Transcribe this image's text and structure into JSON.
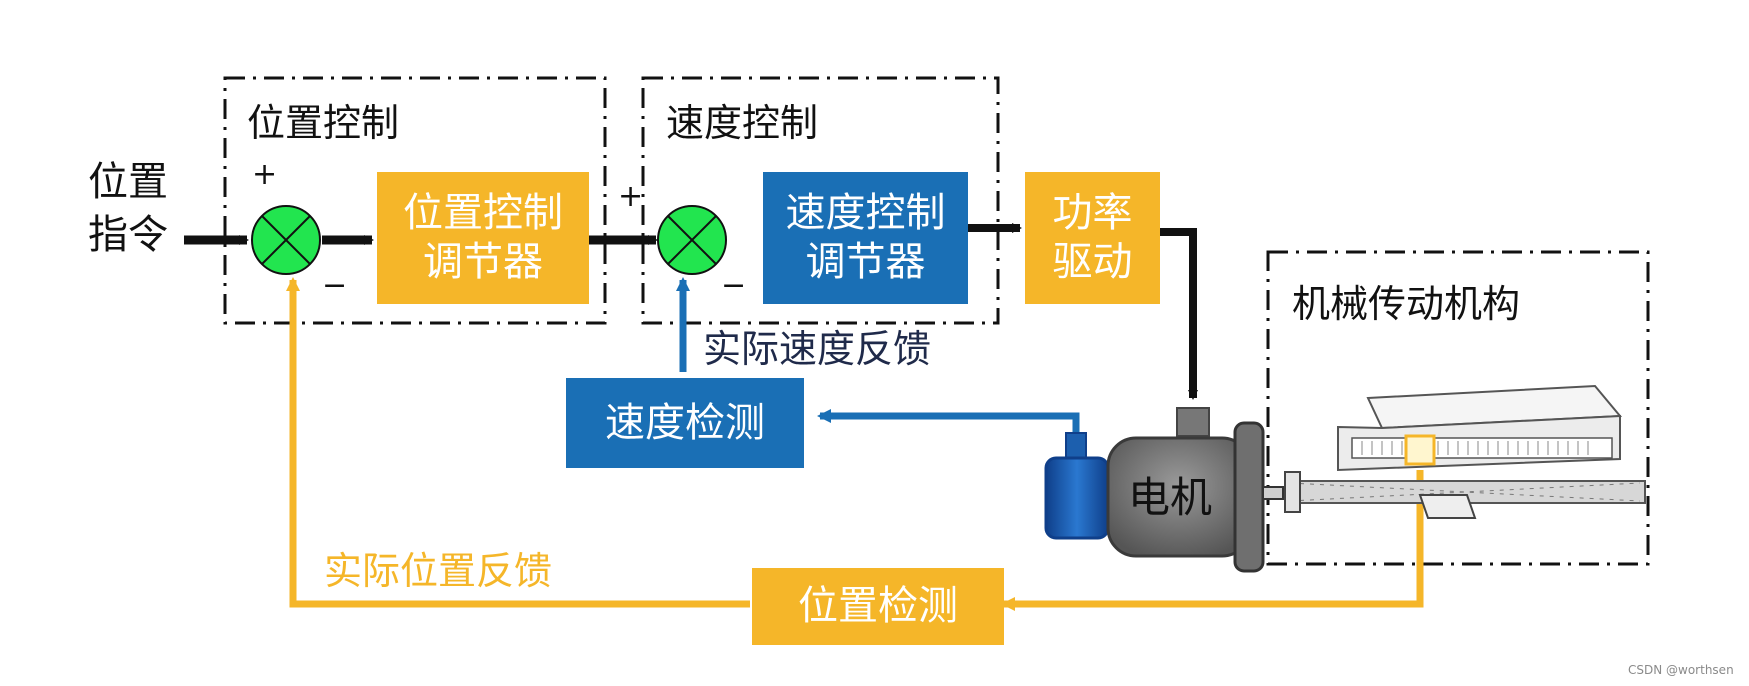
{
  "input": {
    "line1": "位置",
    "line2": "指令"
  },
  "position_loop": {
    "frame_title": "位置控制",
    "plus": "+",
    "minus": "−",
    "controller": {
      "line1": "位置控制",
      "line2": "调节器"
    }
  },
  "speed_loop": {
    "frame_title": "速度控制",
    "plus": "+",
    "minus": "−",
    "controller": {
      "line1": "速度控制",
      "line2": "调节器"
    }
  },
  "power_drive": {
    "line1": "功率",
    "line2": "驱动"
  },
  "mechanism": {
    "frame_title": "机械传动机构"
  },
  "motor": {
    "label": "电机"
  },
  "speed_detection": {
    "label": "速度检测",
    "feedback_label": "实际速度反馈"
  },
  "position_detection": {
    "label": "位置检测",
    "feedback_label": "实际位置反馈"
  },
  "watermark": "CSDN @worthsen",
  "colors": {
    "orange": "#f5b629",
    "blue": "#1a6fb5",
    "green": "#22e54f",
    "black": "#111111",
    "motor_gray": "#7f7f7f",
    "encoder_blue": "#1c5fae"
  }
}
